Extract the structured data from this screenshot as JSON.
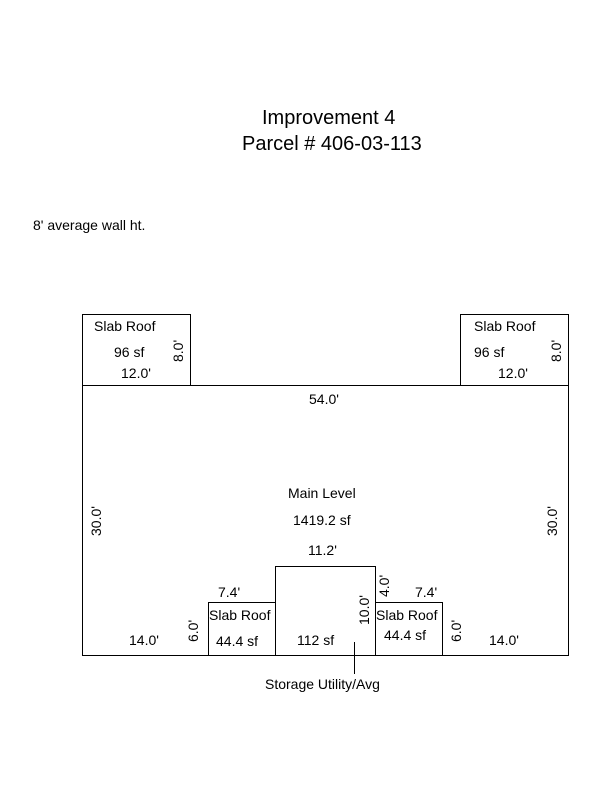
{
  "header": {
    "title": "Improvement 4",
    "parcel": "Parcel # 406-03-113"
  },
  "note": "8' average wall ht.",
  "main_level": {
    "name": "Main Level",
    "area": "1419.2 sf",
    "top_width": "54.0'",
    "left_height": "30.0'",
    "right_height": "30.0'",
    "bottom_left": "14.0'",
    "bottom_right": "14.0'"
  },
  "slab_roof_top_left": {
    "label": "Slab Roof",
    "area": "96 sf",
    "width": "12.0'",
    "height": "8.0'"
  },
  "slab_roof_top_right": {
    "label": "Slab Roof",
    "area": "96 sf",
    "width": "12.0'",
    "height": "8.0'"
  },
  "storage": {
    "area": "112 sf",
    "width": "11.2'",
    "height": "10.0'",
    "step": "4.0'",
    "label": "Storage Utility/Avg"
  },
  "slab_roof_bottom_left": {
    "label": "Slab Roof",
    "area": "44.4 sf",
    "width": "7.4'",
    "height": "6.0'"
  },
  "slab_roof_bottom_right": {
    "label": "Slab Roof",
    "area": "44.4 sf",
    "width": "7.4'",
    "height": "6.0'"
  }
}
